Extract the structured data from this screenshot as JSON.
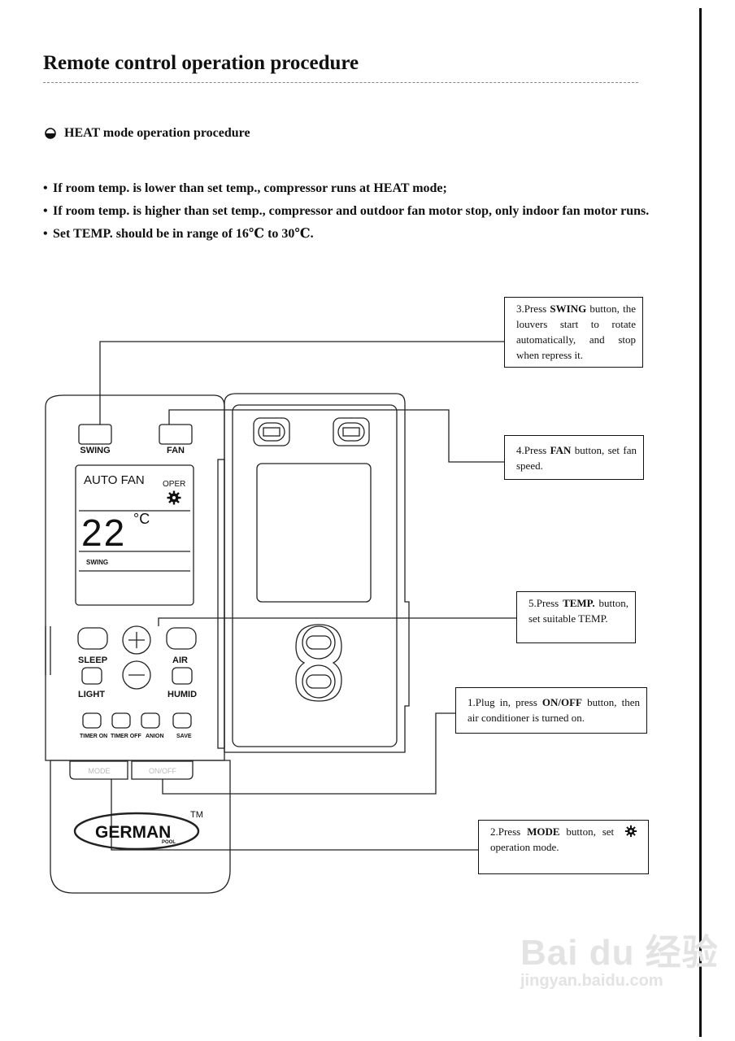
{
  "page": {
    "title": "Remote control operation procedure",
    "section_heading": "HEAT mode operation procedure",
    "bullets": [
      "If room temp. is lower than set temp., compressor runs at HEAT mode;",
      "If room temp. is higher than set temp., compressor and outdoor fan motor stop, only indoor fan motor runs.",
      "Set TEMP. should be in range of 16℃ to 30℃."
    ]
  },
  "callouts": {
    "swing": {
      "pre": "3.Press ",
      "key": "SWING",
      "post": " button, the louvers start to rotate automatically, and stop when repress it."
    },
    "fan": {
      "pre": "4.Press ",
      "key": "FAN",
      "post": " button, set fan speed."
    },
    "temp": {
      "pre": "5.Press ",
      "key": "TEMP.",
      "post": " button, set suitable TEMP."
    },
    "onoff": {
      "pre": "1.Plug in, press ",
      "key": "ON/OFF",
      "post": " button, then air conditioner is turned on."
    },
    "mode": {
      "pre": "2.Press ",
      "key": "MODE",
      "mid": " button, set",
      "post": "operation mode."
    }
  },
  "remote": {
    "swing_label": "SWING",
    "fan_label": "FAN",
    "display_mode": "AUTO FAN",
    "display_oper": "OPER",
    "display_temp": "22",
    "display_unit": "°C",
    "display_swing": "SWING",
    "sleep_label": "SLEEP",
    "air_label": "AIR",
    "light_label": "LIGHT",
    "humid_label": "HUMID",
    "timer_on_label": "TIMER ON",
    "timer_off_label": "TIMER OFF",
    "anion_label": "ANION",
    "save_label": "SAVE",
    "mode_btn_label": "MODE",
    "onoff_btn_label": "ON/OFF",
    "brand": "GERMAN",
    "brand_sub": "POOL",
    "brand_tm": "TM"
  },
  "icons": {
    "bullet_circle": "half-filled-circle-icon",
    "heat_mode": "sun-gear-icon"
  },
  "watermark": {
    "main": "Bai du 经验",
    "sub": "jingyan.baidu.com"
  }
}
